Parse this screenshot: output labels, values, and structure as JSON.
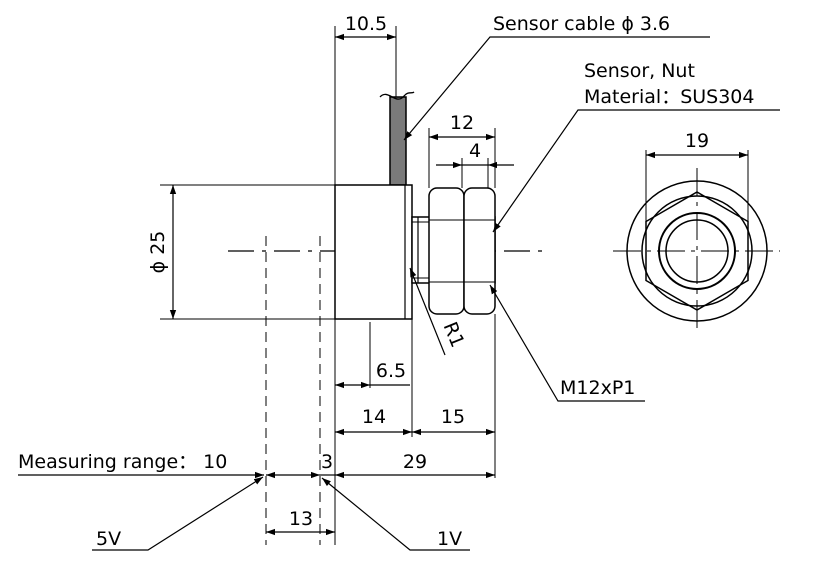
{
  "drawing": {
    "labels": {
      "cable": "Sensor cable ϕ 3.6",
      "sensor_nut": "Sensor, Nut",
      "material": "Material：SUS304",
      "dim_10_5": "10.5",
      "dim_12": "12",
      "dim_4": "4",
      "dim_19": "19",
      "dim_phi25": "ϕ 25",
      "dim_r1": "R1",
      "dim_6_5": "6.5",
      "dim_14": "14",
      "dim_15": "15",
      "thread": "M12xP1",
      "measuring_range": "Measuring range： 10",
      "dim_3": "3",
      "dim_29": "29",
      "dim_13": "13",
      "v5": "5V",
      "v1": "1V"
    }
  }
}
